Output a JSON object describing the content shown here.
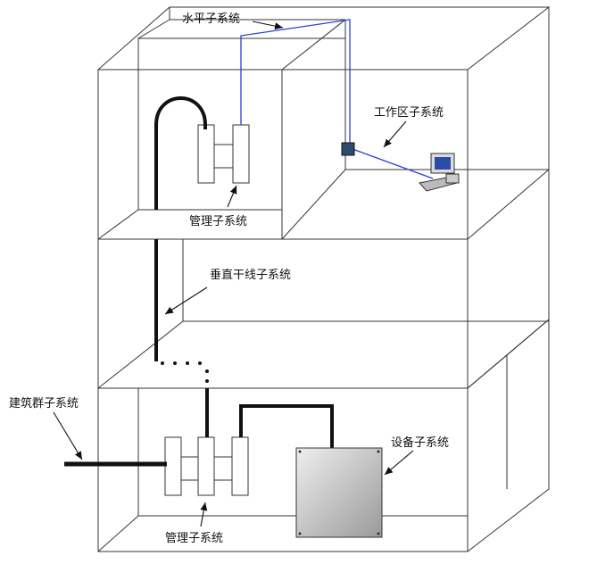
{
  "labels": {
    "horizontal": "水平子系统",
    "work_area": "工作区子系统",
    "admin_top": "管理子系统",
    "vertical": "垂直干线子系统",
    "campus": "建筑群子系统",
    "equipment": "设备子系统",
    "admin_bottom": "管理子系统"
  },
  "colors": {
    "structure": "#333333",
    "cable_blue": "#2b3fd6",
    "backbone": "#111111",
    "equipment_fill": "#c8c8c8"
  }
}
